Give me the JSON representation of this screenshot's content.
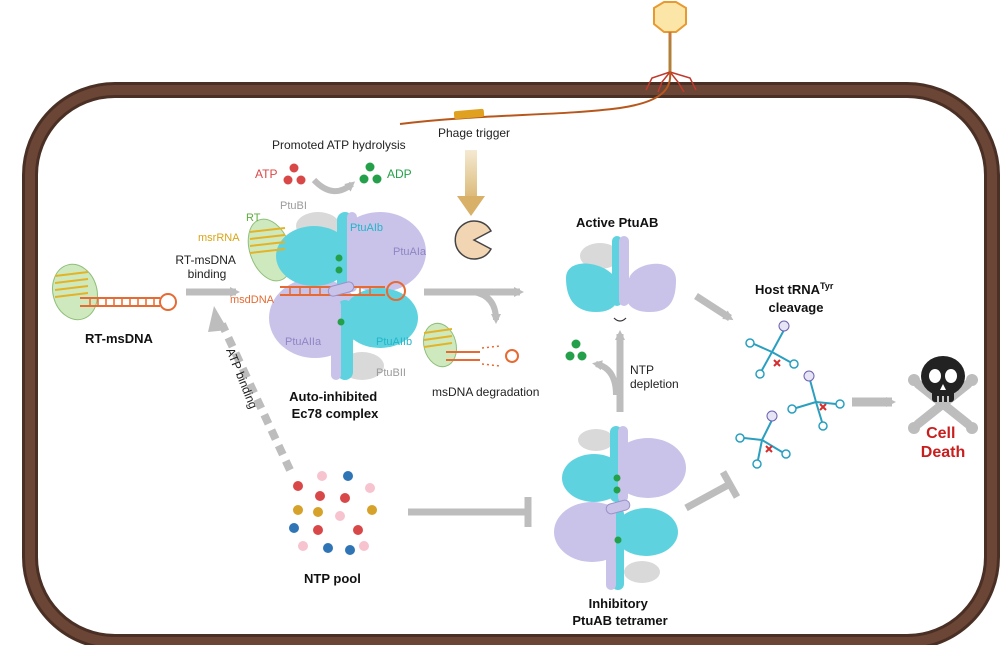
{
  "labels": {
    "rt_msdna": "RT-msDNA",
    "rt_msdna_binding_line1": "RT-msDNA",
    "rt_msdna_binding_line2": "binding",
    "rt": "RT",
    "msrna": "msrRNA",
    "msdna": "msdDNA",
    "ptubi": "PtuBI",
    "ptuaib": "PtuAIb",
    "ptuaia": "PtuAIa",
    "ptuaiia": "PtuAIIa",
    "ptuaiib": "PtuAIIb",
    "ptubii": "PtuBII",
    "promoted_atp": "Promoted ATP hydrolysis",
    "atp": "ATP",
    "adp": "ADP",
    "phage_trigger": "Phage trigger",
    "auto_inhibited_line1": "Auto-inhibited",
    "auto_inhibited_line2": "Ec78 complex",
    "msdna_degradation": "msDNA degradation",
    "active_ptuab": "Active PtuAB",
    "ntp_depletion_line1": "NTP",
    "ntp_depletion_line2": "depletion",
    "host_trna_line1": "Host tRNA",
    "host_trna_sup": "Tyr",
    "host_trna_line2": "cleavage",
    "cell_line1": "Cell",
    "cell_line2": "Death",
    "atp_binding": "ATP binding",
    "ntp_pool": "NTP pool",
    "inhibitory_line1": "Inhibitory",
    "inhibitory_line2": "PtuAB tetramer"
  },
  "colors": {
    "cell_membrane": "#5a3a2e",
    "arrow_gray": "#bdbdbd",
    "cyan": "#5ed3df",
    "lavender": "#c9c3e9",
    "gray_protein": "#d9d9d9",
    "rt_green": "#cfe9bf",
    "msdna_orange": "#e66a32",
    "msrna_yellow": "#e3b325",
    "atp_red": "#d94848",
    "adp_green": "#25a04a",
    "phage_trigger": "#e0a020",
    "phage_wire": "#b8571b",
    "death_red": "#c81e1e"
  },
  "icons": {
    "phage": "bacteriophage-icon",
    "nuclease": "pacman-nuclease-icon",
    "skull": "skull-crossbones-icon",
    "trna": "trna-icon"
  }
}
